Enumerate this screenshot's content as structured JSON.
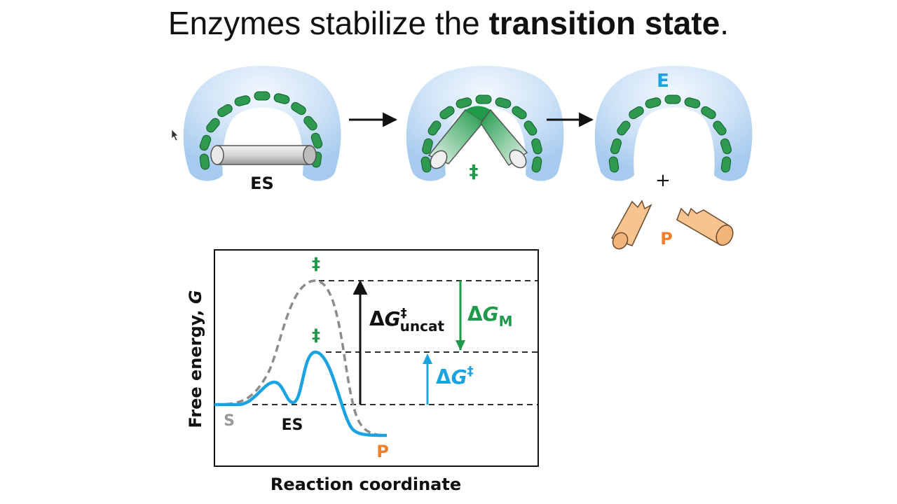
{
  "title": {
    "prefix": "Enzymes stabilize the ",
    "emphasis": "transition state",
    "suffix": "."
  },
  "stages": {
    "es_label": "ES",
    "ts_label": "‡",
    "enzyme_label": "E",
    "plus": "+",
    "product_label": "P"
  },
  "graph": {
    "y_axis_label": "Free energy, ",
    "y_axis_symbol": "G",
    "x_axis_label": "Reaction coordinate",
    "ts_uncat_label": "‡",
    "ts_cat_label": "‡",
    "s_label": "S",
    "es_label": "ES",
    "p_label": "P",
    "delta_uncat": {
      "delta": "Δ",
      "G": "G",
      "dagger": "‡",
      "sub": "uncat"
    },
    "delta_m": {
      "delta": "Δ",
      "G": "G",
      "sub": "M"
    },
    "delta_cat": {
      "delta": "Δ",
      "G": "G",
      "dagger": "‡"
    }
  },
  "colors": {
    "enzyme_blue": "#a9cdef",
    "enzyme_blue_light": "#e6f1fb",
    "green": "#1e9a4a",
    "cyan": "#1aa3e0",
    "orange": "#f07f2e",
    "gray": "#999999",
    "product_fill": "#f7c490"
  }
}
